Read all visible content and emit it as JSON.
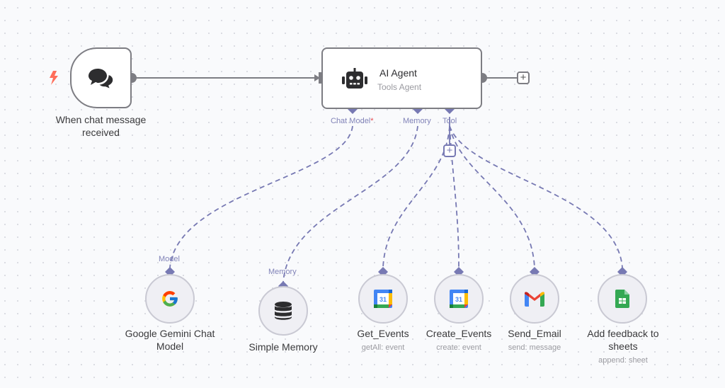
{
  "canvas": {
    "background": "#f9fafc",
    "edge_main_color": "#7d7d83",
    "edge_sub_color": "#7779b3"
  },
  "trigger_node": {
    "name": "When chat message received",
    "label_line1": "When chat message",
    "label_line2": "received",
    "icon": "chat-bubbles-icon",
    "trigger_icon": "lightning-bolt-icon",
    "trigger_color": "#ff6d5a"
  },
  "agent_node": {
    "title": "AI Agent",
    "subtitle": "Tools Agent",
    "icon": "robot-icon",
    "ports": {
      "chat_model": "Chat Model",
      "chat_model_required": "*",
      "memory": "Memory",
      "tool": "Tool"
    }
  },
  "sub_nodes": [
    {
      "id": "gemini",
      "label_line1": "Google Gemini Chat",
      "label_line2": "Model",
      "subtitle": "",
      "port_label": "Model",
      "icon": "google-g-icon"
    },
    {
      "id": "memory",
      "label_line1": "Simple Memory",
      "label_line2": "",
      "subtitle": "",
      "port_label": "Memory",
      "icon": "database-icon"
    },
    {
      "id": "get_events",
      "label_line1": "Get_Events",
      "label_line2": "",
      "subtitle": "getAll: event",
      "port_label": "",
      "icon": "google-calendar-icon",
      "calendar_day": "31"
    },
    {
      "id": "create_events",
      "label_line1": "Create_Events",
      "label_line2": "",
      "subtitle": "create: event",
      "port_label": "",
      "icon": "google-calendar-icon",
      "calendar_day": "31"
    },
    {
      "id": "send_email",
      "label_line1": "Send_Email",
      "label_line2": "",
      "subtitle": "send: message",
      "port_label": "",
      "icon": "gmail-icon"
    },
    {
      "id": "sheets",
      "label_line1": "Add feedback to",
      "label_line2": "sheets",
      "subtitle": "append: sheet",
      "port_label": "",
      "icon": "google-sheets-icon"
    }
  ],
  "buttons": {
    "add_after_agent": "+",
    "add_tool": "+"
  }
}
